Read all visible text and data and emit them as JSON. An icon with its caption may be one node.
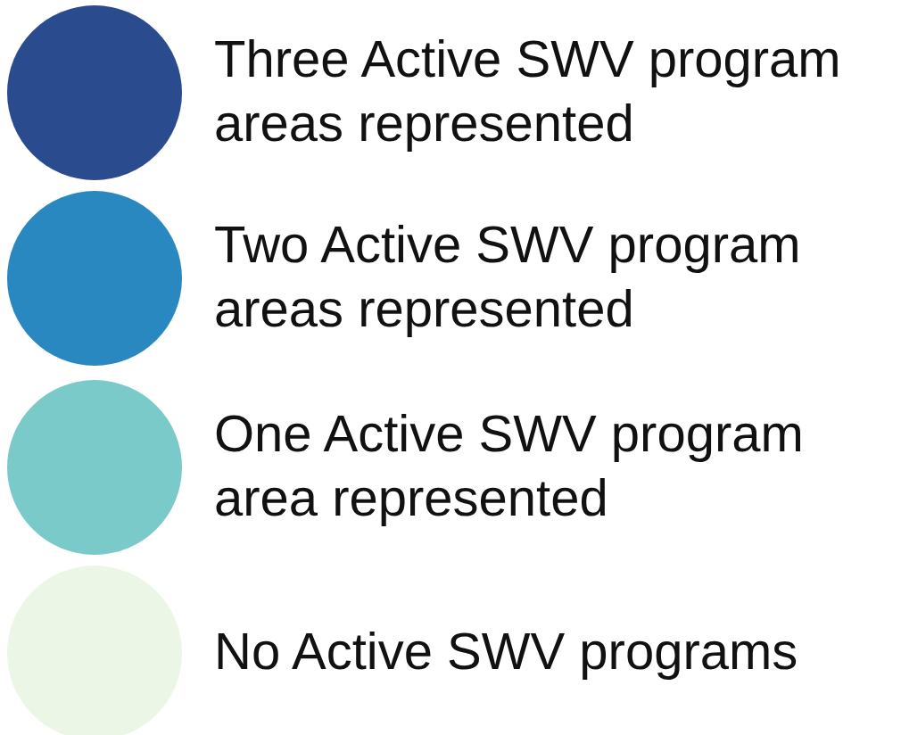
{
  "diagram": {
    "legend": [
      {
        "text": "Three Active SWV program areas represented",
        "color": "#2a4b8d"
      },
      {
        "text": "Two Active SWV program areas represented",
        "color": "#2a88c0"
      },
      {
        "text": "One Active SWV program area represented",
        "color": "#79cac8"
      },
      {
        "text": "No Active SWV programs",
        "color": "#ebf6e7"
      }
    ]
  }
}
